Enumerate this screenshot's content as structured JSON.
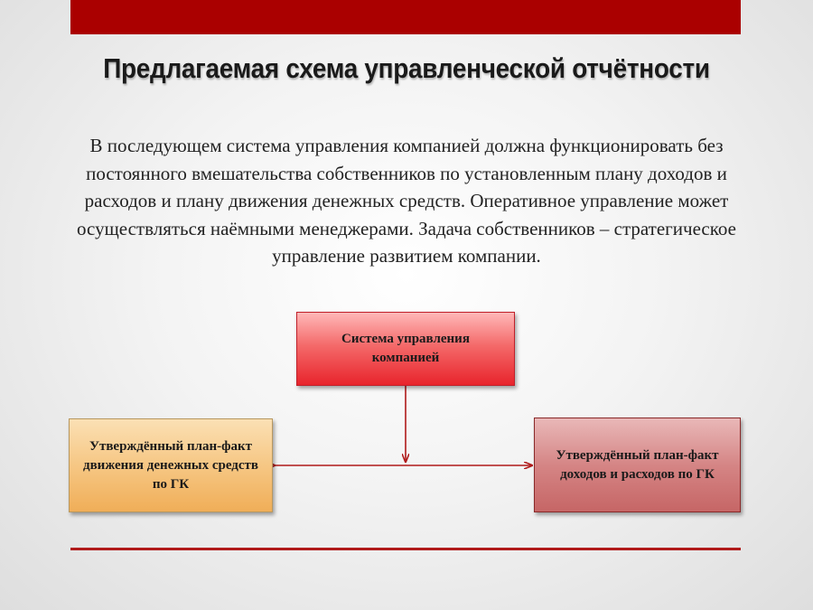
{
  "slide": {
    "title": "Предлагаемая схема управленческой отчётности",
    "body": "В последующем система управления компанией должна функционировать без постоянного вмешательства собственников по установленным плану доходов и расходов и плану движения денежных средств. Оперативное управление может осуществляться наёмными менеджерами. Задача собственников – стратегическое управление развитием компании."
  },
  "diagram": {
    "center_box": "Система управления компанией",
    "left_box": "Утверждённый план-факт движения денежных средств по ГК",
    "right_box": "Утверждённый план-факт доходов и расходов по ГК"
  },
  "colors": {
    "accent_red": "#aa0000",
    "connector": "#b01a1a",
    "center_box": "#e8242c",
    "left_box": "#f0ae58",
    "right_box": "#c66666"
  }
}
